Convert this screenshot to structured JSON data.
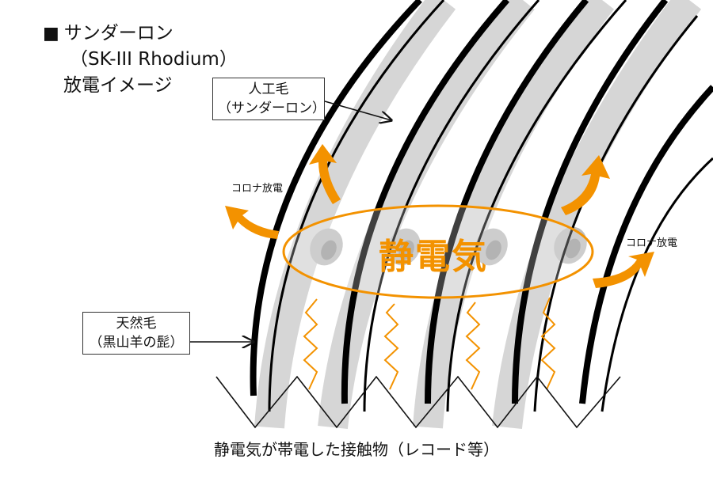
{
  "title": {
    "marker": "■",
    "line1": "サンダーロン",
    "line2": "（SK-III Rhodium）",
    "line3": "放電イメージ"
  },
  "labels": {
    "synthetic_hair": [
      "人工毛",
      "（サンダーロン）"
    ],
    "natural_hair": [
      "天然毛",
      "（黒山羊の髭）"
    ],
    "corona_left": "コロナ放電",
    "corona_right": "コロナ放電",
    "static": "静電気",
    "caption": "静電気が帯電した接触物（レコード等）"
  },
  "colors": {
    "accent": "#f39200",
    "fiber_gray": "#d9d9d9",
    "fiber_dark": "#9e9e9e",
    "natural_hair": "#000000"
  },
  "icons": [
    "arrow-out-icon",
    "zigzag-spark-icon",
    "pointer-arrow-icon"
  ]
}
